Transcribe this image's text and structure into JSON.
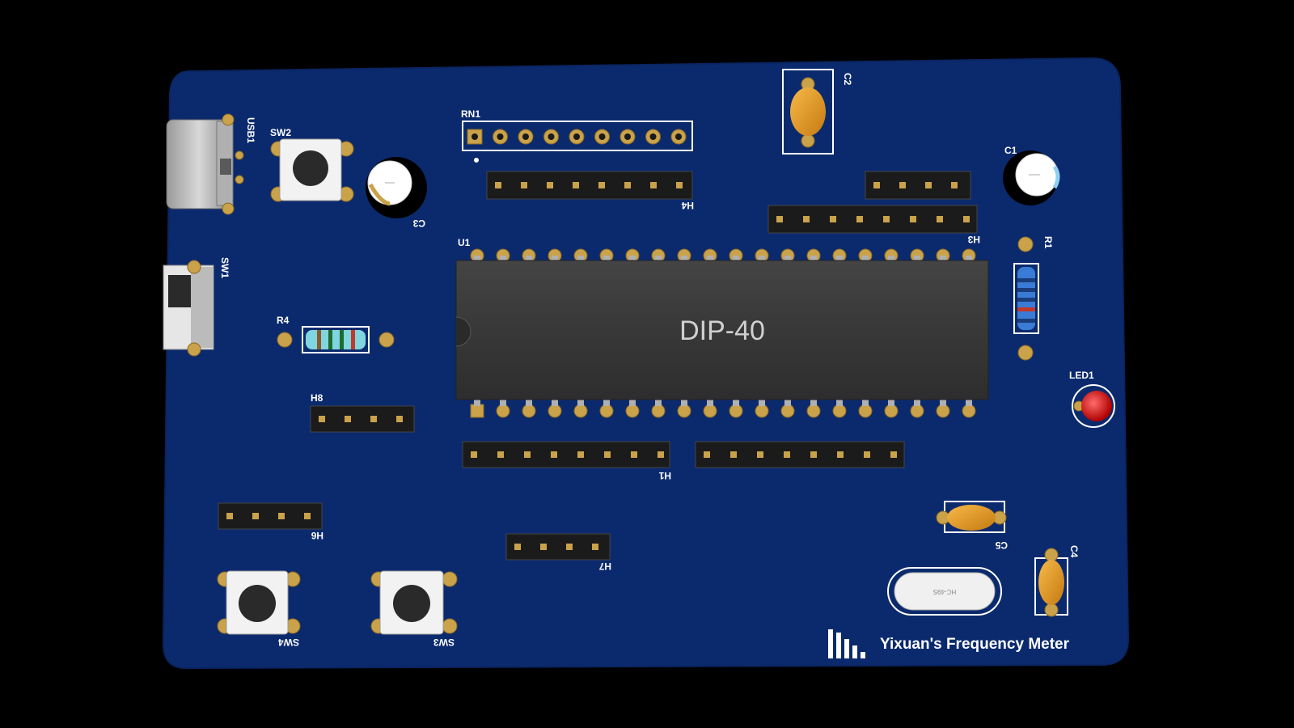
{
  "colors": {
    "background": "#000000",
    "board": "#0b2a6e",
    "silkscreen": "#ffffff",
    "copper": "#c9a24a",
    "chip": "#3a3a3a",
    "led": "#e01010",
    "ceramic_cap": "#e89a1c"
  },
  "board": {
    "title": "Yixuan's Frequency Meter",
    "logo_icon": "sparkle-logo-icon"
  },
  "chip": {
    "designator": "U1",
    "package_label": "DIP-40"
  },
  "designators": {
    "usb": "USB1",
    "sw1": "SW1",
    "sw2": "SW2",
    "sw3": "SW3",
    "sw4": "SW4",
    "c1": "C1",
    "c2": "C2",
    "c3": "C3",
    "c4": "C4",
    "c5": "C5",
    "r1": "R1",
    "r4": "R4",
    "rn1": "RN1",
    "led1": "LED1",
    "h1": "H1",
    "h3": "H3",
    "h4": "H4",
    "h6": "H6",
    "h7": "H7",
    "h8": "H8"
  },
  "crystal": {
    "label": "HC-49S"
  }
}
